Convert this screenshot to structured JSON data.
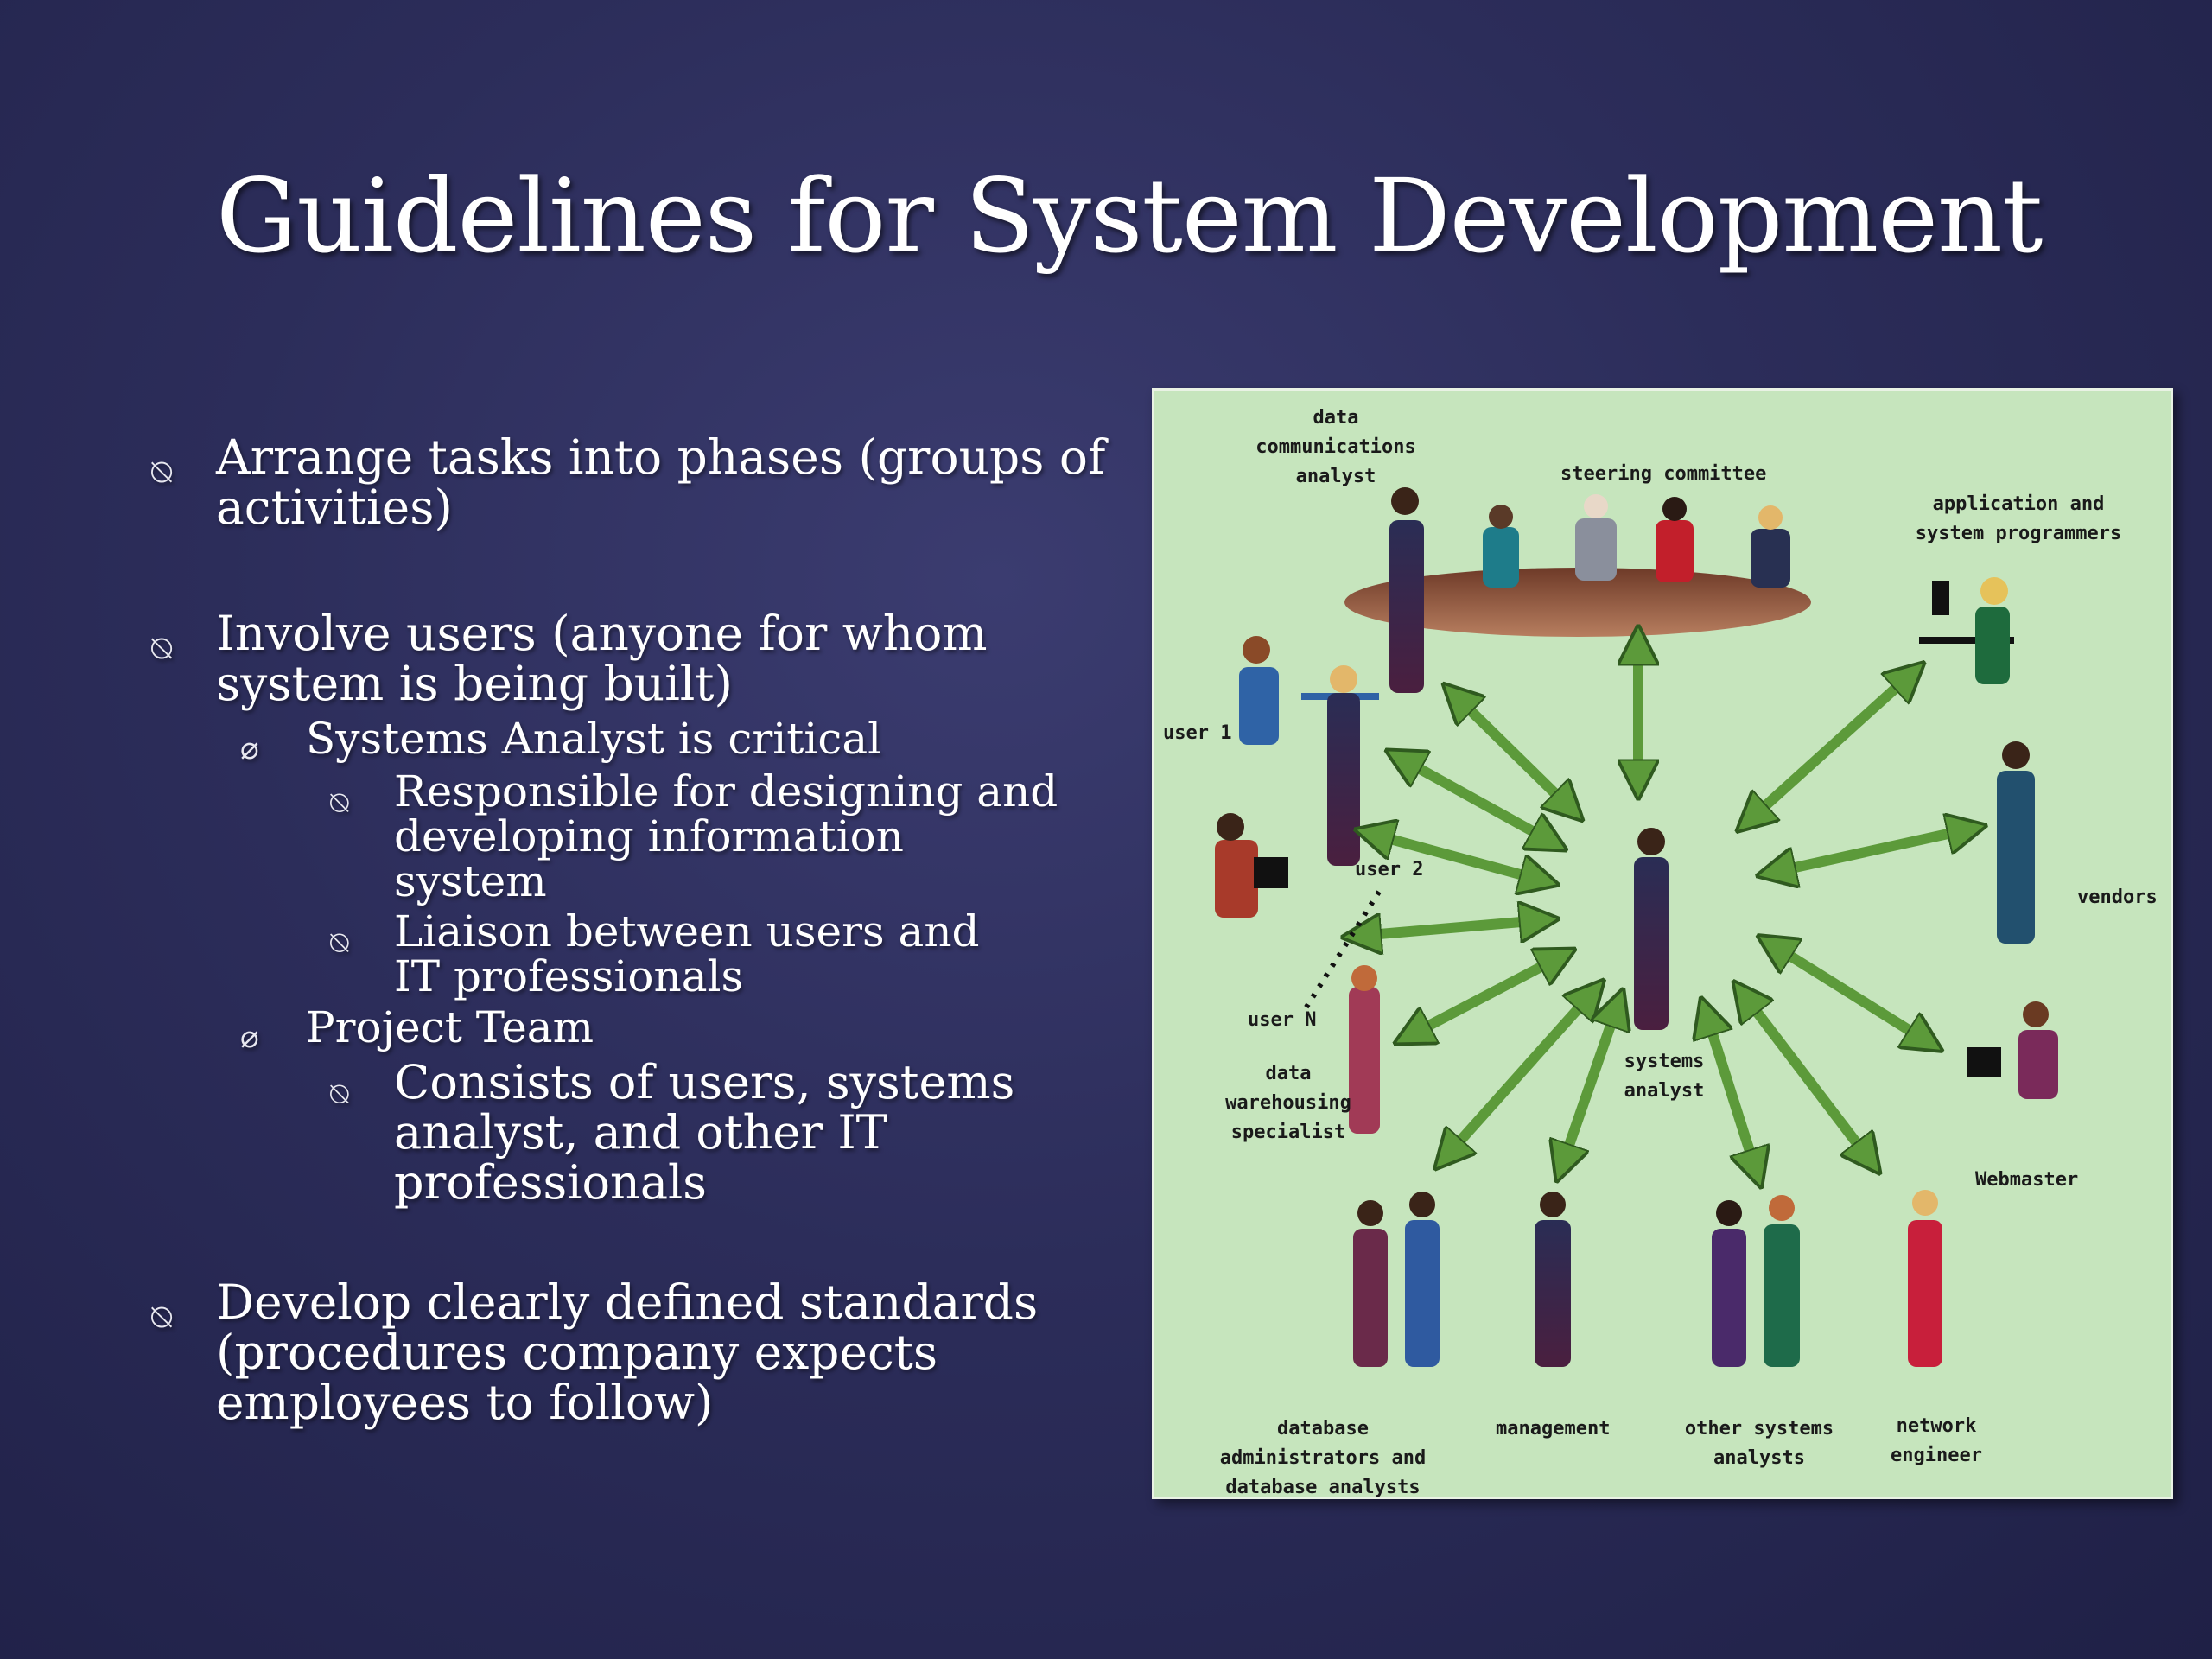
{
  "slide": {
    "title": "Guidelines for System Development",
    "bullets": {
      "b1": "Arrange tasks into phases (groups of activities)",
      "b2": "Involve users (anyone for whom system is being built)",
      "b2_1": "Systems Analyst is critical",
      "b2_1_1": "Responsible for designing and developing information system",
      "b2_1_2": "Liaison between users and IT professionals",
      "b2_2": "Project Team",
      "b2_2_1": "Consists of users, systems analyst, and other IT professionals",
      "b3": "Develop clearly defined standards (procedures company expects employees to follow)"
    },
    "bullet_marker": "⍉"
  },
  "diagram": {
    "background_color": "#c6e5bd",
    "arrow_color": "#5c9a3a",
    "center": "systems analyst",
    "labels": {
      "data_comm": "data communications analyst",
      "steering": "steering committee",
      "app_prog": "application and system programmers",
      "user1": "user 1",
      "user2": "user 2",
      "userN": "user N",
      "vendors": "vendors",
      "dw": "data warehousing specialist",
      "sys_analyst": "systems analyst",
      "webmaster": "Webmaster",
      "dba": "database administrators and database analysts",
      "management": "management",
      "other_sa": "other systems analysts",
      "network": "network engineer"
    }
  }
}
